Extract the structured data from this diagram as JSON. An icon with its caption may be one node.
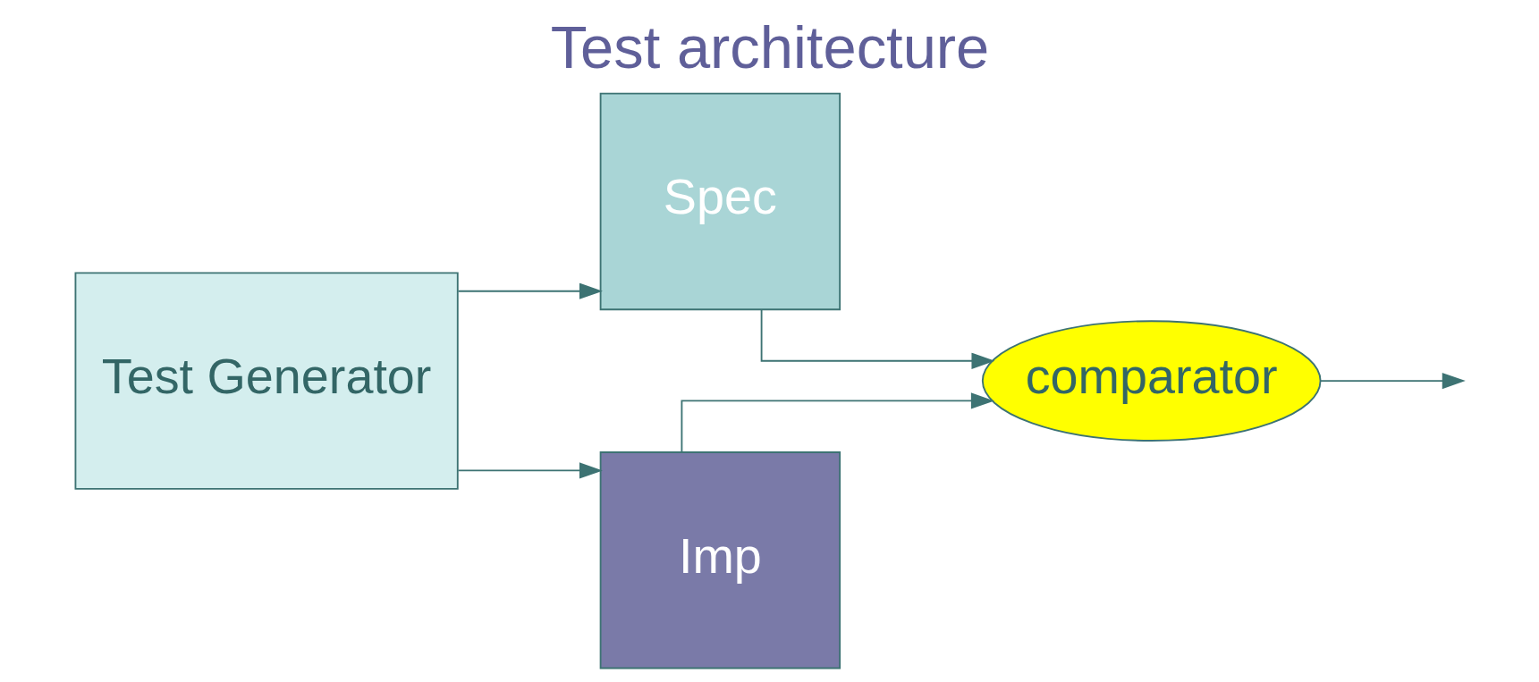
{
  "diagram": {
    "title": "Test architecture",
    "nodes": [
      {
        "text": [
          "Test Generator"
        ]
      },
      {
        "text": [
          "Spec"
        ]
      },
      {
        "text": [
          "Imp"
        ]
      },
      {
        "text": [
          "comparator"
        ]
      }
    ],
    "edges": [
      {
        "from": 0,
        "to": 1,
        "arrow": "to"
      },
      {
        "from": 0,
        "to": 2,
        "arrow": "to"
      },
      {
        "from": 1,
        "to": 3,
        "arrow": "to"
      },
      {
        "from": 2,
        "to": 3,
        "arrow": "to"
      },
      {
        "from": 3,
        "to": null,
        "arrow": "to"
      }
    ]
  }
}
